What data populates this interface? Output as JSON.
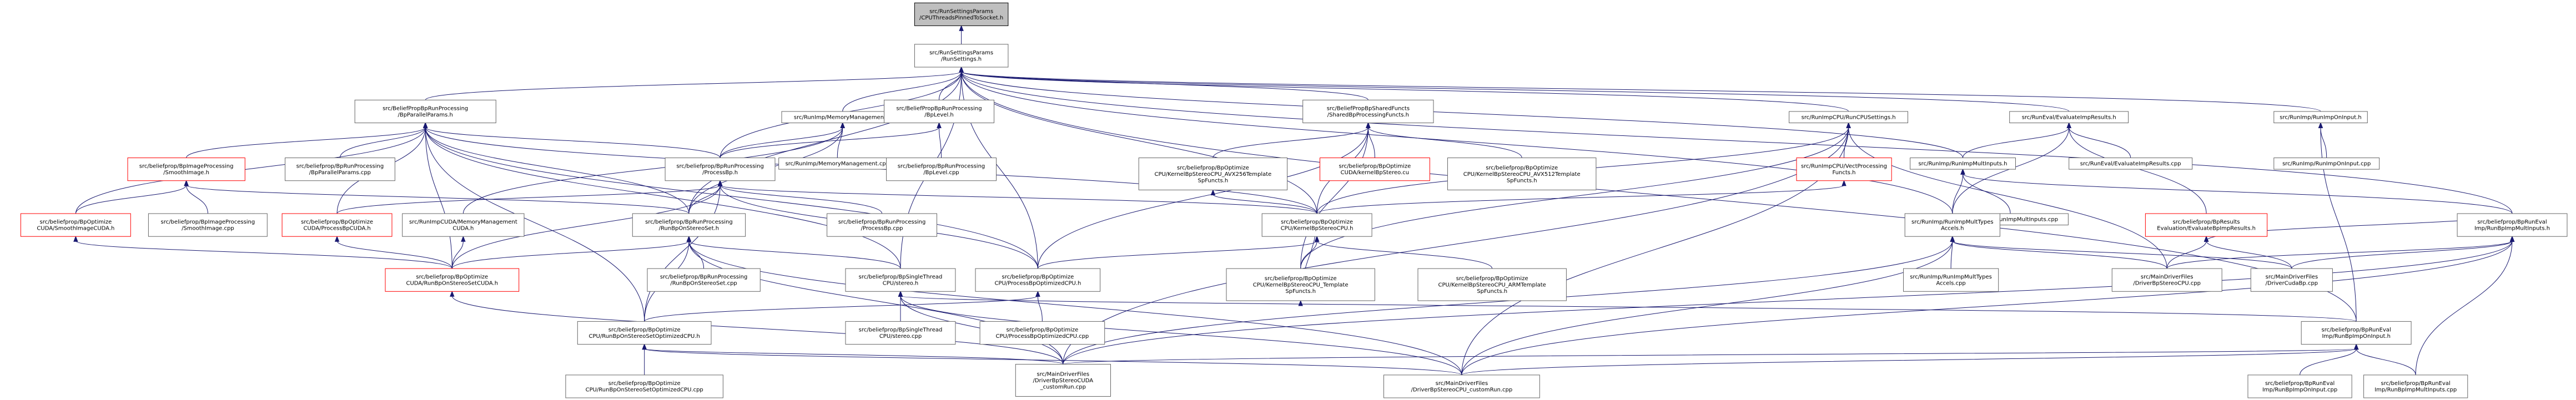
{
  "diagram": {
    "nodes": [
      {
        "id": "n0",
        "lines": [
          "src/RunSettingsParams",
          "/CPUThreadsPinnedToSocket.h"
        ],
        "kind": "root"
      },
      {
        "id": "n1",
        "lines": [
          "src/RunSettingsParams",
          "/RunSettings.h"
        ]
      },
      {
        "id": "n2",
        "lines": [
          "src/BeliefPropBpRunProcessing",
          "/BpParallelParams.h"
        ]
      },
      {
        "id": "n3",
        "lines": [
          "src/RunImp/MemoryManagement.h"
        ]
      },
      {
        "id": "n4",
        "lines": [
          "src/BeliefPropBpRunProcessing",
          "/BpLevel.h"
        ]
      },
      {
        "id": "n5",
        "lines": [
          "src/BeliefPropBpSharedFuncts",
          "/SharedBpProcessingFuncts.h"
        ]
      },
      {
        "id": "n6",
        "lines": [
          "src/RunImpCPU/RunCPUSettings.h"
        ]
      },
      {
        "id": "n7",
        "lines": [
          "src/RunEval/EvaluateImpResults.h"
        ]
      },
      {
        "id": "n8",
        "lines": [
          "src/RunImp/RunImpOnInput.h"
        ]
      },
      {
        "id": "n9",
        "lines": [
          "src/beliefprop/BpImageProcessing",
          "/SmoothImage.h"
        ],
        "kind": "red"
      },
      {
        "id": "n10",
        "lines": [
          "src/beliefprop/BpRunProcessing",
          "/BpParallelParams.cpp"
        ]
      },
      {
        "id": "n11",
        "lines": [
          "src/RunImp/MemoryManagement.cpp"
        ]
      },
      {
        "id": "n12",
        "lines": [
          "src/beliefprop/BpRunProcessing",
          "/ProcessBp.h"
        ]
      },
      {
        "id": "n13",
        "lines": [
          "src/beliefprop/BpRunProcessing",
          "/BpLevel.cpp"
        ]
      },
      {
        "id": "n14",
        "lines": [
          "src/beliefprop/BpOptimize",
          "CPU/KernelBpStereoCPU_AVX256Template",
          "SpFuncts.h"
        ]
      },
      {
        "id": "n15",
        "lines": [
          "src/beliefprop/BpOptimize",
          "CUDA/kernelBpStereo.cu"
        ],
        "kind": "red"
      },
      {
        "id": "n16",
        "lines": [
          "src/beliefprop/BpOptimize",
          "CPU/KernelBpStereoCPU_AVX512Template",
          "SpFuncts.h"
        ]
      },
      {
        "id": "n17",
        "lines": [
          "src/RunImpCPU/VectProcessing",
          "Functs.h"
        ],
        "kind": "red"
      },
      {
        "id": "n18",
        "lines": [
          "src/RunEval/EvaluateImpResults.cpp"
        ]
      },
      {
        "id": "n19",
        "lines": [
          "src/RunImp/RunImpMultInputs.h"
        ]
      },
      {
        "id": "n20",
        "lines": [
          "src/RunImp/RunImpOnInput.cpp"
        ]
      },
      {
        "id": "n21",
        "lines": [
          "src/beliefprop/BpOptimize",
          "CUDA/SmoothImageCUDA.h"
        ],
        "kind": "red"
      },
      {
        "id": "n22",
        "lines": [
          "src/beliefprop/BpImageProcessing",
          "/SmoothImage.cpp"
        ]
      },
      {
        "id": "n23",
        "lines": [
          "src/beliefprop/BpOptimize",
          "CUDA/ProcessBpCUDA.h"
        ],
        "kind": "red"
      },
      {
        "id": "n24",
        "lines": [
          "src/RunImpCUDA/MemoryManagement",
          "CUDA.h"
        ]
      },
      {
        "id": "n25",
        "lines": [
          "src/beliefprop/BpRunProcessing",
          "/RunBpOnStereoSet.h"
        ]
      },
      {
        "id": "n26",
        "lines": [
          "src/beliefprop/BpRunProcessing",
          "/ProcessBp.cpp"
        ]
      },
      {
        "id": "n27",
        "lines": [
          "src/beliefprop/BpOptimize",
          "CPU/KernelBpStereoCPU.h"
        ]
      },
      {
        "id": "n28",
        "lines": [
          "src/RunImp/RunImpMultInputs.cpp"
        ]
      },
      {
        "id": "n29",
        "lines": [
          "src/beliefprop/BpResults",
          "Evaluation/EvaluateBpImpResults.h"
        ],
        "kind": "red"
      },
      {
        "id": "n30",
        "lines": [
          "src/RunImp/RunImpMultTypes",
          "Accels.h"
        ]
      },
      {
        "id": "n31",
        "lines": [
          "src/beliefprop/BpRunEval",
          "Imp/RunBpImpMultInputs.h"
        ]
      },
      {
        "id": "n32",
        "lines": [
          "src/beliefprop/BpOptimize",
          "CUDA/RunBpOnStereoSetCUDA.h"
        ],
        "kind": "red"
      },
      {
        "id": "n33",
        "lines": [
          "src/beliefprop/BpRunProcessing",
          "/RunBpOnStereoSet.cpp"
        ]
      },
      {
        "id": "n34",
        "lines": [
          "src/beliefprop/BpSingleThread",
          "CPU/stereo.h"
        ]
      },
      {
        "id": "n35",
        "lines": [
          "src/beliefprop/BpOptimize",
          "CPU/ProcessBpOptimizedCPU.h"
        ]
      },
      {
        "id": "n36",
        "lines": [
          "src/beliefprop/BpOptimize",
          "CPU/KernelBpStereoCPU_Template",
          "SpFuncts.h"
        ]
      },
      {
        "id": "n37",
        "lines": [
          "src/beliefprop/BpOptimize",
          "CPU/KernelBpStereoCPU_ARMTemplate",
          "SpFuncts.h"
        ]
      },
      {
        "id": "n38",
        "lines": [
          "src/RunImp/RunImpMultTypes",
          "Accels.cpp"
        ]
      },
      {
        "id": "n39",
        "lines": [
          "src/MainDriverFiles",
          "/DriverBpStereoCPU.cpp"
        ]
      },
      {
        "id": "n40",
        "lines": [
          "src/MainDriverFiles",
          "/DriverCudaBp.cpp"
        ]
      },
      {
        "id": "n41",
        "lines": [
          "src/beliefprop/BpSingleThread",
          "CPU/stereo.cpp"
        ]
      },
      {
        "id": "n42",
        "lines": [
          "src/beliefprop/BpOptimize",
          "CPU/RunBpOnStereoSetOptimizedCPU.h"
        ]
      },
      {
        "id": "n43",
        "lines": [
          "src/beliefprop/BpOptimize",
          "CPU/ProcessBpOptimizedCPU.cpp"
        ]
      },
      {
        "id": "n44",
        "lines": [
          "src/beliefprop/BpRunEval",
          "Imp/RunBpImpOnInput.h"
        ]
      },
      {
        "id": "n45",
        "lines": [
          "src/beliefprop/BpOptimize",
          "CPU/RunBpOnStereoSetOptimizedCPU.cpp"
        ]
      },
      {
        "id": "n46",
        "lines": [
          "src/MainDriverFiles",
          "/DriverBpStereoCUDA",
          "_customRun.cpp"
        ]
      },
      {
        "id": "n47",
        "lines": [
          "src/MainDriverFiles",
          "/DriverBpStereoCPU_customRun.cpp"
        ]
      },
      {
        "id": "n48",
        "lines": [
          "src/beliefprop/BpRunEval",
          "Imp/RunBpImpOnInput.cpp"
        ]
      },
      {
        "id": "n49",
        "lines": [
          "src/beliefprop/BpRunEval",
          "Imp/RunBpImpMultInputs.cpp"
        ]
      }
    ],
    "edges": [
      [
        "n0",
        "n1"
      ],
      [
        "n1",
        "n2"
      ],
      [
        "n1",
        "n3"
      ],
      [
        "n1",
        "n4"
      ],
      [
        "n1",
        "n5"
      ],
      [
        "n1",
        "n6"
      ],
      [
        "n1",
        "n7"
      ],
      [
        "n1",
        "n8"
      ],
      [
        "n1",
        "n12"
      ],
      [
        "n1",
        "n19"
      ],
      [
        "n1",
        "n25"
      ],
      [
        "n1",
        "n27"
      ],
      [
        "n1",
        "n30"
      ],
      [
        "n1",
        "n31"
      ],
      [
        "n1",
        "n34"
      ],
      [
        "n1",
        "n35"
      ],
      [
        "n1",
        "n44"
      ],
      [
        "n2",
        "n9"
      ],
      [
        "n2",
        "n10"
      ],
      [
        "n2",
        "n12"
      ],
      [
        "n2",
        "n21"
      ],
      [
        "n2",
        "n23"
      ],
      [
        "n2",
        "n25"
      ],
      [
        "n2",
        "n27"
      ],
      [
        "n2",
        "n32"
      ],
      [
        "n2",
        "n34"
      ],
      [
        "n2",
        "n35"
      ],
      [
        "n2",
        "n42"
      ],
      [
        "n3",
        "n11"
      ],
      [
        "n3",
        "n12"
      ],
      [
        "n3",
        "n24"
      ],
      [
        "n3",
        "n25"
      ],
      [
        "n4",
        "n12"
      ],
      [
        "n4",
        "n13"
      ],
      [
        "n5",
        "n14"
      ],
      [
        "n5",
        "n15"
      ],
      [
        "n5",
        "n16"
      ],
      [
        "n5",
        "n27"
      ],
      [
        "n5",
        "n35"
      ],
      [
        "n5",
        "n36"
      ],
      [
        "n6",
        "n17"
      ],
      [
        "n6",
        "n27"
      ],
      [
        "n6",
        "n36"
      ],
      [
        "n6",
        "n39"
      ],
      [
        "n6",
        "n46"
      ],
      [
        "n6",
        "n47"
      ],
      [
        "n7",
        "n18"
      ],
      [
        "n7",
        "n19"
      ],
      [
        "n7",
        "n29"
      ],
      [
        "n7",
        "n30"
      ],
      [
        "n8",
        "n20"
      ],
      [
        "n8",
        "n44"
      ],
      [
        "n9",
        "n21"
      ],
      [
        "n9",
        "n22"
      ],
      [
        "n9",
        "n25"
      ],
      [
        "n12",
        "n23"
      ],
      [
        "n12",
        "n25"
      ],
      [
        "n12",
        "n26"
      ],
      [
        "n12",
        "n27"
      ],
      [
        "n12",
        "n32"
      ],
      [
        "n12",
        "n35"
      ],
      [
        "n12",
        "n42"
      ],
      [
        "n14",
        "n27"
      ],
      [
        "n17",
        "n27"
      ],
      [
        "n19",
        "n28"
      ],
      [
        "n19",
        "n30"
      ],
      [
        "n19",
        "n31"
      ],
      [
        "n21",
        "n32"
      ],
      [
        "n23",
        "n32"
      ],
      [
        "n24",
        "n32"
      ],
      [
        "n25",
        "n32"
      ],
      [
        "n25",
        "n33"
      ],
      [
        "n25",
        "n34"
      ],
      [
        "n25",
        "n42"
      ],
      [
        "n25",
        "n46"
      ],
      [
        "n25",
        "n47"
      ],
      [
        "n27",
        "n35"
      ],
      [
        "n27",
        "n36"
      ],
      [
        "n27",
        "n37"
      ],
      [
        "n29",
        "n31"
      ],
      [
        "n29",
        "n39"
      ],
      [
        "n29",
        "n40"
      ],
      [
        "n30",
        "n38"
      ],
      [
        "n30",
        "n39"
      ],
      [
        "n30",
        "n40"
      ],
      [
        "n30",
        "n46"
      ],
      [
        "n30",
        "n47"
      ],
      [
        "n31",
        "n39"
      ],
      [
        "n31",
        "n40"
      ],
      [
        "n31",
        "n46"
      ],
      [
        "n31",
        "n47"
      ],
      [
        "n31",
        "n49"
      ],
      [
        "n32",
        "n46"
      ],
      [
        "n34",
        "n41"
      ],
      [
        "n34",
        "n44"
      ],
      [
        "n34",
        "n46"
      ],
      [
        "n34",
        "n47"
      ],
      [
        "n35",
        "n42"
      ],
      [
        "n35",
        "n43"
      ],
      [
        "n36",
        "n27"
      ],
      [
        "n42",
        "n45"
      ],
      [
        "n42",
        "n46"
      ],
      [
        "n42",
        "n47"
      ],
      [
        "n44",
        "n46"
      ],
      [
        "n44",
        "n47"
      ],
      [
        "n44",
        "n48"
      ],
      [
        "n44",
        "n49"
      ]
    ]
  }
}
